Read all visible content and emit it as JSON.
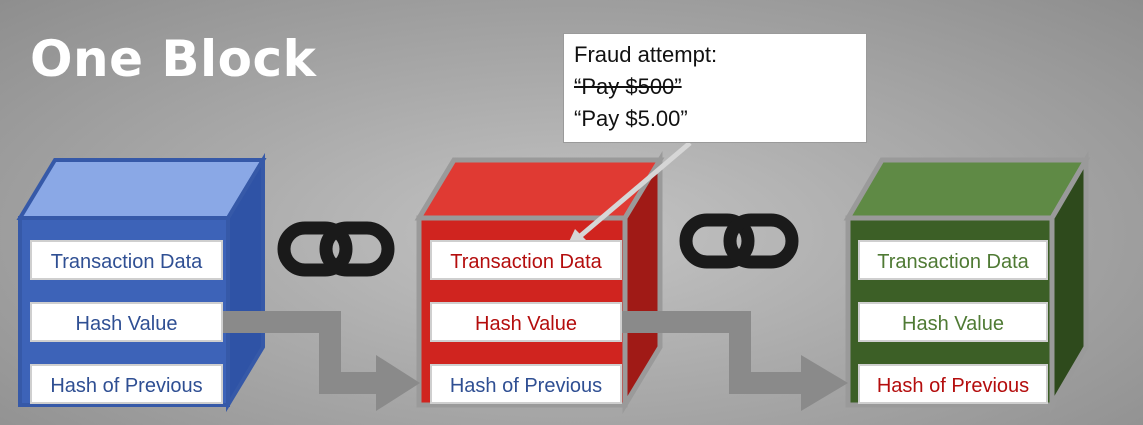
{
  "title": "One Block",
  "callout": {
    "heading": "Fraud attempt:",
    "original": "“Pay $500”",
    "altered": "“Pay $5.00”"
  },
  "blocks": [
    {
      "transaction": "Transaction Data",
      "hash": "Hash Value",
      "previous": "Hash of Previous"
    },
    {
      "transaction": "Transaction Data",
      "hash": "Hash Value",
      "previous": "Hash of Previous"
    },
    {
      "transaction": "Transaction Data",
      "hash": "Hash Value",
      "previous": "Hash of Previous"
    }
  ],
  "colors": {
    "block1": "#3d63b8",
    "block2": "#d0241f",
    "block3": "#3c5f26",
    "chain": "#1a1a1a",
    "arrow": "#8a8a8a"
  }
}
